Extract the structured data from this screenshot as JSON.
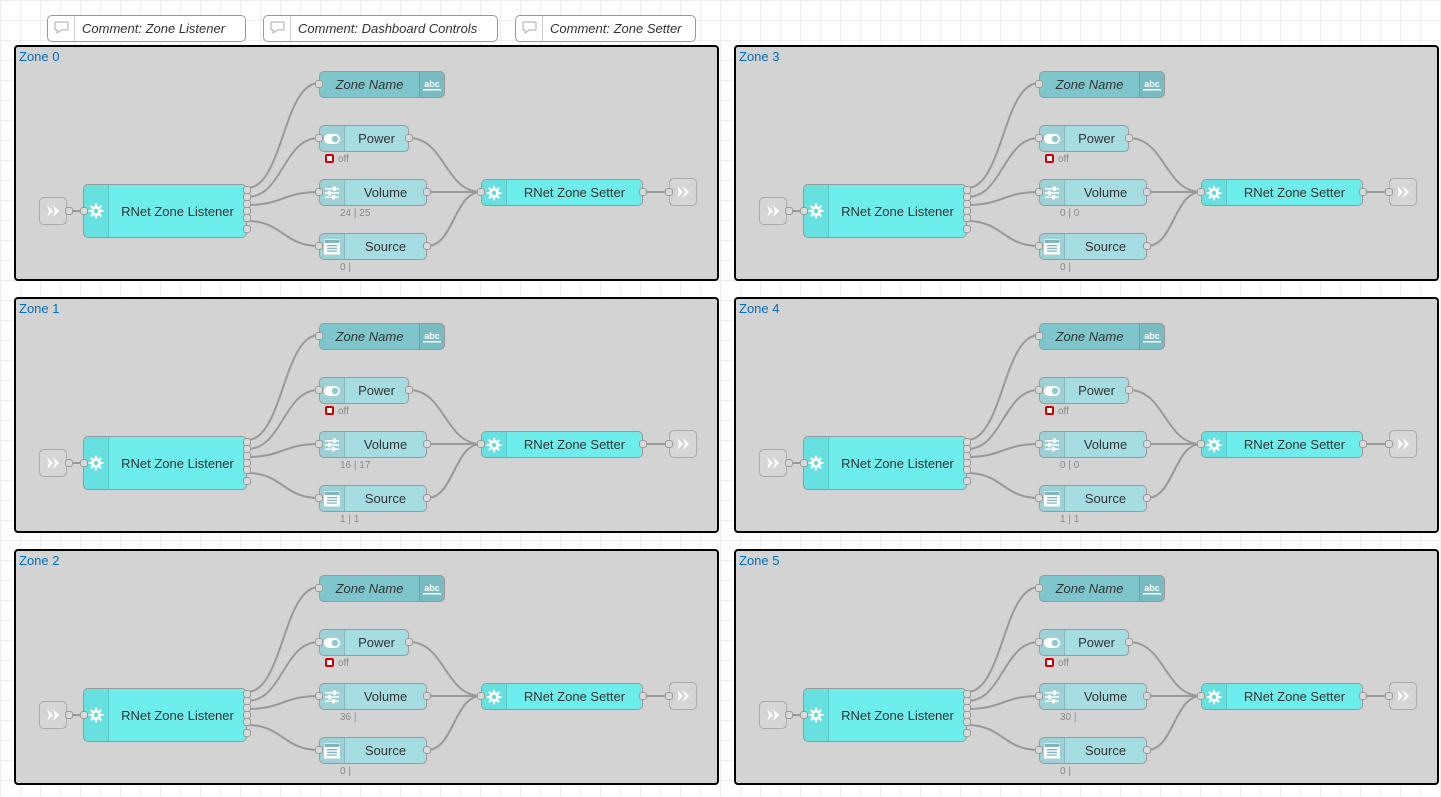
{
  "comments": [
    {
      "label": "Comment: Zone Listener"
    },
    {
      "label": "Comment: Dashboard Controls"
    },
    {
      "label": "Comment: Zone Setter"
    }
  ],
  "colors": {
    "group_background": "#d3d3d3",
    "group_label": "#0070c0",
    "listener_node": "#6deeec",
    "dashboard_node": "#a6dde2",
    "zone_name_node": "#7fc6cc",
    "status_off": "#cc0000",
    "wire": "#999999"
  },
  "groups": [
    {
      "label": "Zone 0",
      "zone_name": "Zone Name",
      "listener": "RNet Zone Listener",
      "setter": "RNet Zone Setter",
      "power": "Power",
      "volume": "Volume",
      "source": "Source",
      "power_status": "off",
      "volume_status": "24 | 25",
      "source_status": "0 |"
    },
    {
      "label": "Zone 1",
      "zone_name": "Zone Name",
      "listener": "RNet Zone Listener",
      "setter": "RNet Zone Setter",
      "power": "Power",
      "volume": "Volume",
      "source": "Source",
      "power_status": "off",
      "volume_status": "16 | 17",
      "source_status": "1 | 1"
    },
    {
      "label": "Zone 2",
      "zone_name": "Zone Name",
      "listener": "RNet Zone Listener",
      "setter": "RNet Zone Setter",
      "power": "Power",
      "volume": "Volume",
      "source": "Source",
      "power_status": "off",
      "volume_status": "36 |",
      "source_status": "0 |"
    },
    {
      "label": "Zone 3",
      "zone_name": "Zone Name",
      "listener": "RNet Zone Listener",
      "setter": "RNet Zone Setter",
      "power": "Power",
      "volume": "Volume",
      "source": "Source",
      "power_status": "off",
      "volume_status": "0 | 0",
      "source_status": "0 |"
    },
    {
      "label": "Zone 4",
      "zone_name": "Zone Name",
      "listener": "RNet Zone Listener",
      "setter": "RNet Zone Setter",
      "power": "Power",
      "volume": "Volume",
      "source": "Source",
      "power_status": "off",
      "volume_status": "0 | 0",
      "source_status": "1 | 1"
    },
    {
      "label": "Zone 5",
      "zone_name": "Zone Name",
      "listener": "RNet Zone Listener",
      "setter": "RNet Zone Setter",
      "power": "Power",
      "volume": "Volume",
      "source": "Source",
      "power_status": "off",
      "volume_status": "30 |",
      "source_status": "0 |"
    }
  ],
  "icons": {
    "comment": "speech-bubble-icon",
    "listener": "gear-icon",
    "setter": "gear-icon",
    "zone_name": "text-abc-icon",
    "power": "toggle-switch-icon",
    "volume": "slider-icon",
    "source": "dropdown-list-icon",
    "link_in": "link-in-icon",
    "link_out": "link-out-icon"
  }
}
